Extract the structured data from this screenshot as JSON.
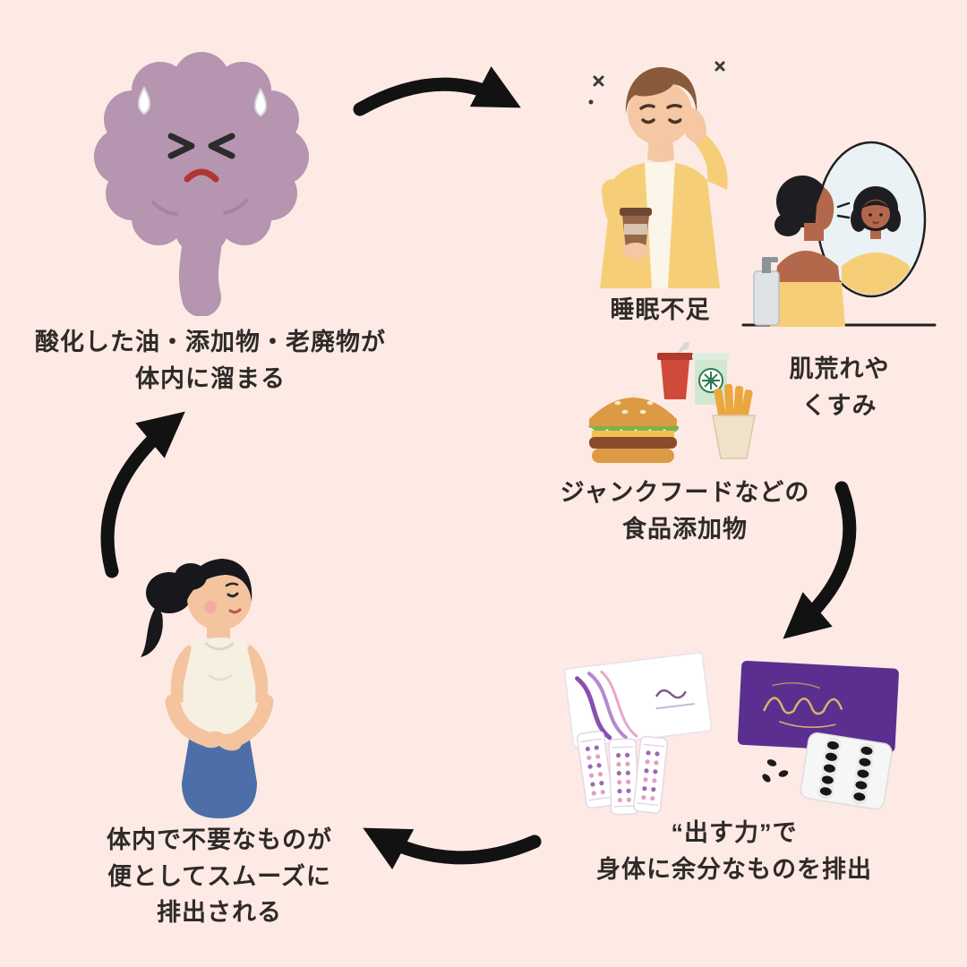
{
  "page": {
    "background_color": "#fdeae4",
    "text_color": "#2e2a28",
    "arrow_color": "#121212"
  },
  "cycle_steps": {
    "accumulate": {
      "line1": "酸化した油・添加物・老廃物が",
      "line2": "体内に溜まる"
    },
    "sleep": {
      "label": "睡眠不足"
    },
    "skin": {
      "line1": "肌荒れや",
      "line2": "くすみ"
    },
    "junk_food": {
      "line1": "ジャンクフードなどの",
      "line2": "食品添加物"
    },
    "detox": {
      "line1": "“出す力”で",
      "line2": "身体に余分なものを排出"
    },
    "excretion": {
      "line1": "体内で不要なものが",
      "line2": "便としてスムーズに",
      "line3": "排出される"
    }
  },
  "illustrations": {
    "intestine": "troubled-intestine-illustration",
    "tired_man": "sleep-deprived-man-illustration",
    "mirror": "woman-checking-skin-in-mirror-illustration",
    "junk_food": "junk-food-illustration",
    "products": "detox-supplement-products-illustration",
    "woman_belly": "woman-holding-belly-illustration"
  },
  "colors": {
    "intestine": "#b595b0",
    "shirt_yellow": "#f7ce78",
    "purple_box": "#5b2f90",
    "skirt_blue": "#4d6ea8"
  }
}
